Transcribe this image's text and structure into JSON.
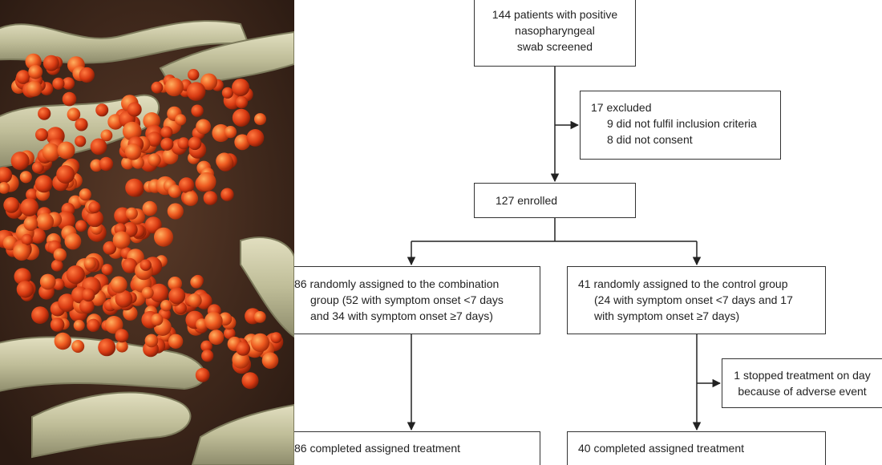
{
  "colors": {
    "virus": "#e8501e",
    "virus_highlight": "#ffa040",
    "cell_surface": "#c9c7a3",
    "background_dark": "#3a2a20",
    "box_border": "#333333",
    "arrow": "#222222"
  },
  "image": {
    "description_icon": "coronavirus-micrograph"
  },
  "flow": {
    "screened": [
      "144 patients with positive",
      "nasopharyngeal",
      "swab screened"
    ],
    "excluded": {
      "header": "17 excluded",
      "reasons": [
        "9 did not fulfil inclusion criteria",
        "8 did not consent"
      ]
    },
    "enrolled": "127 enrolled",
    "combination": [
      "86 randomly assigned to the combination",
      "group (52 with symptom onset <7 days",
      "and 34 with symptom onset ≥7 days)"
    ],
    "control": [
      "41 randomly assigned to the control group",
      "(24 with symptom onset <7 days and 17",
      "with symptom onset ≥7 days)"
    ],
    "stopped": [
      "1 stopped treatment on day",
      "because of adverse event"
    ],
    "combination_completed": "86 completed assigned treatment",
    "control_completed": "40 completed assigned treatment"
  }
}
